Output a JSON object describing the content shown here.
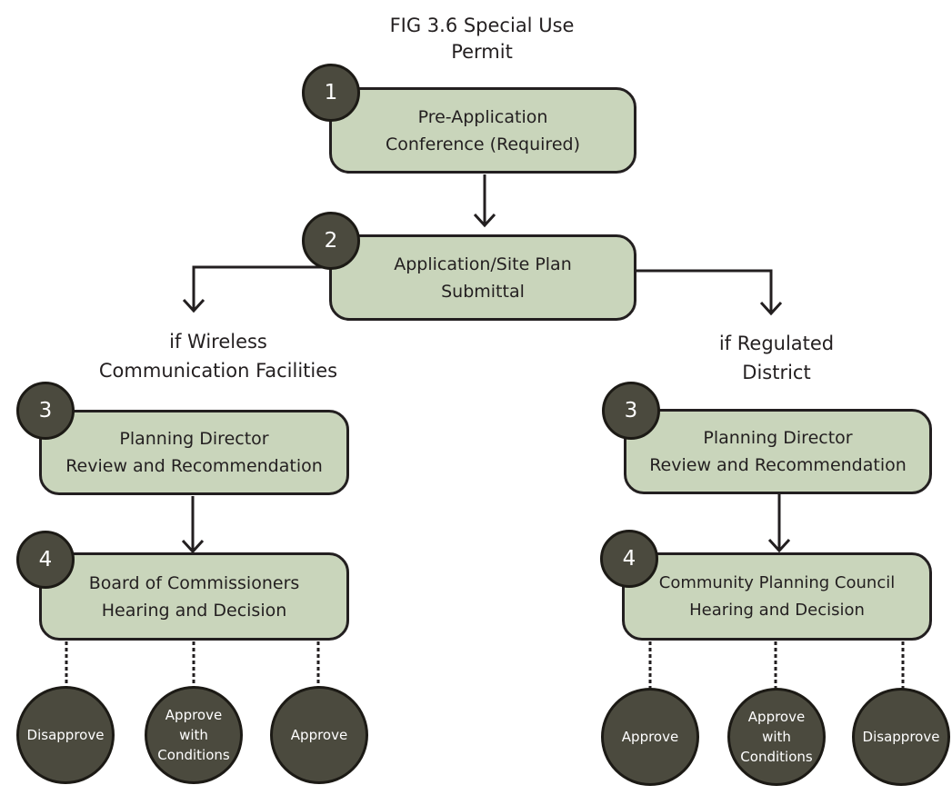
{
  "title": "FIG 3.6 Special Use\nPermit",
  "steps": {
    "pre_application": {
      "number": "1",
      "text": "Pre-Application\nConference (Required)"
    },
    "application": {
      "number": "2",
      "text": "Application/Site Plan\nSubmittal"
    },
    "left_review": {
      "number": "3",
      "text": "Planning Director\nReview and Recommendation"
    },
    "left_hearing": {
      "number": "4",
      "text": "Board of Commissioners\nHearing and Decision"
    },
    "right_review": {
      "number": "3",
      "text": "Planning Director\nReview and Recommendation"
    },
    "right_hearing": {
      "number": "4",
      "text": "Community Planning Council\nHearing and Decision"
    }
  },
  "branches": {
    "left": "if Wireless\nCommunication Facilities",
    "right": "if Regulated\nDistrict"
  },
  "outcomes": {
    "left": [
      "Disapprove",
      "Approve\nwith\nConditions",
      "Approve"
    ],
    "right": [
      "Approve",
      "Approve\nwith\nConditions",
      "Disapprove"
    ]
  },
  "colors": {
    "box_fill": "#c9d5bb",
    "circle_fill": "#4b4a3e",
    "line": "#231f20",
    "text": "#231f20",
    "circle_text": "#ffffff"
  }
}
